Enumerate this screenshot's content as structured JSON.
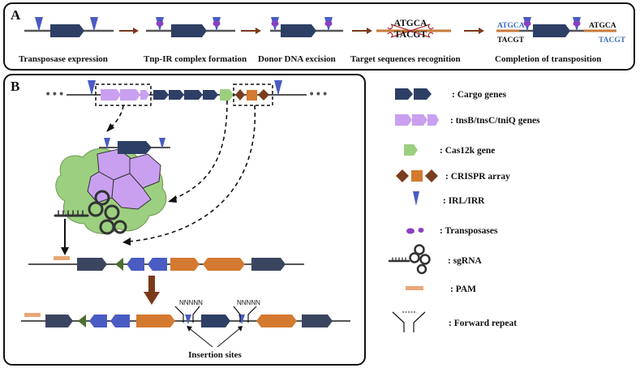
{
  "panel_a": {
    "letter": "A",
    "steps": [
      "Transposase expression",
      "Tnp-IR complex formation",
      "Donor DNA excision",
      "Target sequences recognition",
      "Completion of transposition"
    ],
    "target_seq_top": "ATGCA",
    "target_seq_bottom": "TACGT",
    "final_left_top": "ATGCA",
    "final_left_bottom": "TACGT",
    "final_right_top": "ATGCA",
    "final_right_bottom": "TACGT"
  },
  "panel_b": {
    "letter": "B",
    "dots_left": "•••",
    "dots_right": "•••",
    "repeat_label_1": "NNNNN",
    "repeat_label_2": "NNNNN",
    "insertion_label": "Insertion sites"
  },
  "legend": {
    "items": [
      ": Cargo genes",
      ": tnsB/tnsC/tniQ genes",
      ": Cas12k gene",
      ": CRISPR array",
      ": IRL/IRR",
      ": Transposases",
      ": sgRNA",
      ": PAM",
      ": Forward repeat"
    ]
  },
  "colors": {
    "cargo": "#2e3f66",
    "tns": "#c9a0f0",
    "cas12k": "#9ccf7f",
    "crispr_diamond": "#7a3d1e",
    "crispr_square": "#d47a30",
    "irl": "#4a5bc2",
    "transposase": "#8a3fc2",
    "pam": "#e8a878",
    "dna": "#555555",
    "target_dna": "#c87a3a",
    "arrow": "#7a3a1a",
    "gene_green": "#4d6e2e",
    "gene_blue": "#4a5bc2",
    "gene_orange": "#d47a30",
    "seq_blue": "#3d6fc0"
  }
}
